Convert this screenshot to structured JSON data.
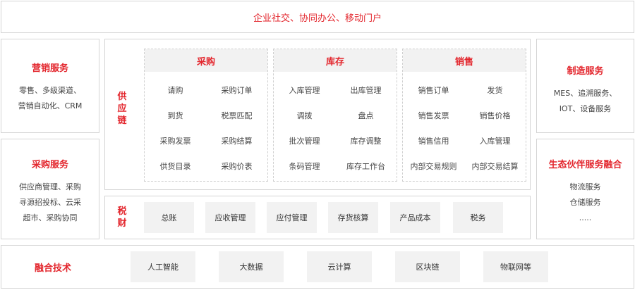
{
  "top_banner": "企业社交、协同办公、移动门户",
  "left_panels": [
    {
      "title": "营销服务",
      "lines": [
        "零售、多级渠道、",
        "营销自动化、CRM"
      ]
    },
    {
      "title": "采购服务",
      "lines": [
        "供应商管理、采购",
        "寻源招投标、云采",
        "超市、采购协同"
      ]
    }
  ],
  "right_panels": [
    {
      "title": "制造服务",
      "lines": [
        "MES、追溯服务、",
        "IOT、设备服务"
      ]
    },
    {
      "title": "生态伙伴服务融合",
      "lines": [
        "物流服务",
        "仓储服务",
        "....."
      ]
    }
  ],
  "supply_chain": {
    "label": [
      "供",
      "应",
      "链"
    ],
    "modules": [
      {
        "title": "采购",
        "items": [
          "请购",
          "采购订单",
          "到货",
          "税票匹配",
          "采购发票",
          "采购结算",
          "供货目录",
          "采购价表"
        ]
      },
      {
        "title": "库存",
        "items": [
          "入库管理",
          "出库管理",
          "调拨",
          "盘点",
          "批次管理",
          "库存调整",
          "条码管理",
          "库存工作台"
        ]
      },
      {
        "title": "销售",
        "items": [
          "销售订单",
          "发货",
          "销售发票",
          "销售价格",
          "销售信用",
          "入库管理",
          "内部交易规则",
          "内部交易结算"
        ]
      }
    ]
  },
  "tax_finance": {
    "label": [
      "税",
      "财"
    ],
    "items": [
      "总账",
      "应收管理",
      "应付管理",
      "存货核算",
      "产品成本",
      "税务"
    ]
  },
  "tech": {
    "label": "融合技术",
    "items": [
      "人工智能",
      "大数据",
      "云计算",
      "区块链",
      "物联网等"
    ]
  },
  "colors": {
    "accent": "#e3262d",
    "border": "#d4d4d4",
    "tile": "#f2f2f2"
  }
}
